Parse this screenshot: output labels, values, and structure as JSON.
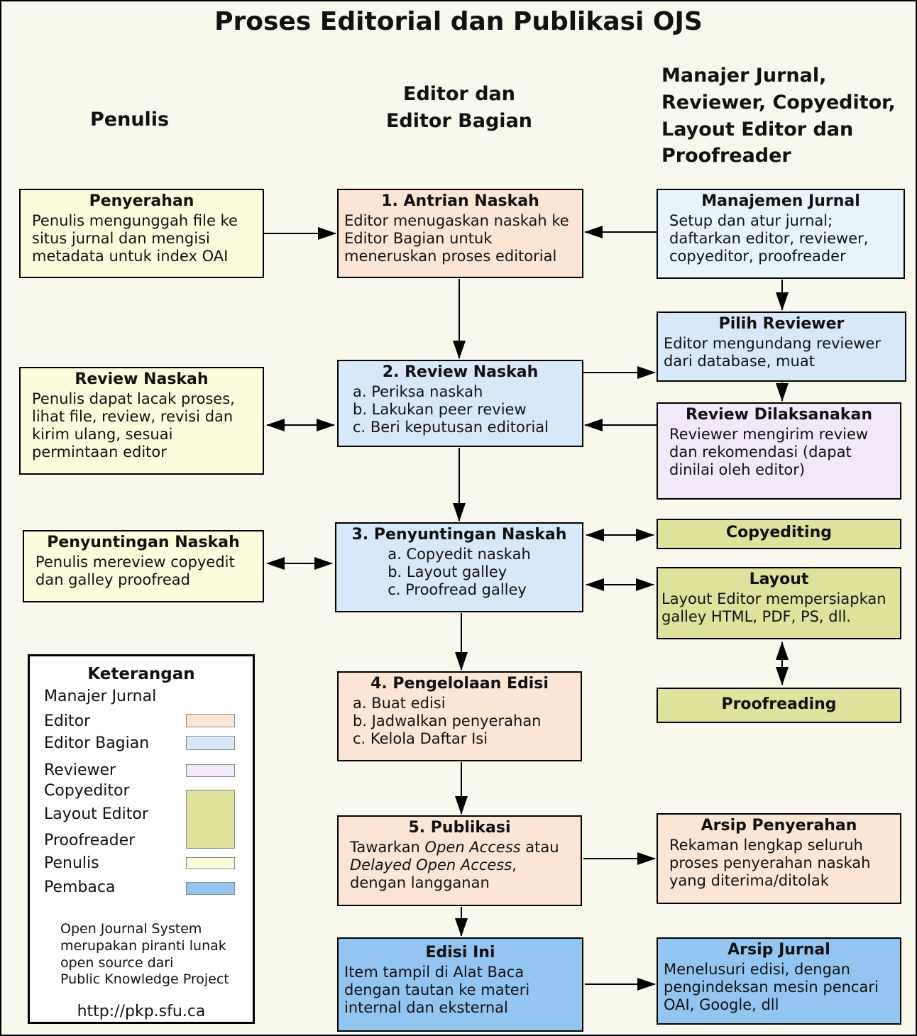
{
  "page_title": "Proses Editorial dan Publikasi OJS",
  "column_headers": {
    "penulis": "Penulis",
    "editor": "Editor dan\nEditor Bagian",
    "manajer": "Manajer Jurnal,\nReviewer, Copyeditor,\nLayout Editor dan\nProofreader"
  },
  "boxes": {
    "penyerahan": {
      "title": "Penyerahan",
      "body": "Penulis mengunggah file ke situs jurnal dan mengisi metadata untuk index OAI"
    },
    "antrian_naskah": {
      "title": "1. Antrian Naskah",
      "body": "Editor menugaskan naskah ke Editor Bagian untuk meneruskan proses editorial"
    },
    "manajemen_jurnal": {
      "title": "Manajemen Jurnal",
      "body": "Setup dan atur jurnal; daftarkan editor, reviewer, copyeditor, proofreader"
    },
    "pilih_reviewer": {
      "title": "Pilih Reviewer",
      "body": "Editor mengundang reviewer dari database, muat"
    },
    "review_dilaksanakan": {
      "title": "Review Dilaksanakan",
      "body": "Reviewer mengirim review dan rekomendasi (dapat dinilai oleh editor)"
    },
    "review_naskah_penulis": {
      "title": "Review Naskah",
      "body": "Penulis dapat lacak proses, lihat file, review, revisi dan kirim ulang, sesuai permintaan editor"
    },
    "review_naskah": {
      "title": "2. Review Naskah",
      "items": [
        "a. Periksa naskah",
        "b. Lakukan peer review",
        "c. Beri keputusan editorial"
      ]
    },
    "penyuntingan_penulis": {
      "title": "Penyuntingan Naskah",
      "body": "Penulis mereview copyedit dan galley proofread"
    },
    "penyuntingan_naskah": {
      "title": "3. Penyuntingan Naskah",
      "items": [
        "a. Copyedit naskah",
        "b. Layout galley",
        "c. Proofread galley"
      ]
    },
    "copyediting": {
      "title": "Copyediting"
    },
    "layout": {
      "title": "Layout",
      "body": "Layout Editor mempersiapkan galley HTML, PDF, PS, dll."
    },
    "proofreading": {
      "title": "Proofreading"
    },
    "pengelolaan_edisi": {
      "title": "4. Pengelolaan Edisi",
      "items": [
        "a. Buat edisi",
        "b. Jadwalkan penyerahan",
        "c. Kelola Daftar Isi"
      ]
    },
    "publikasi": {
      "title": "5. Publikasi",
      "line1_pre": "Tawarkan ",
      "line1_italic": "Open Access",
      "line1_post": " atau",
      "line2_italic": "Delayed Open Access",
      "line2_post": ",",
      "line3": "dengan langganan"
    },
    "arsip_penyerahan": {
      "title": "Arsip Penyerahan",
      "body": "Rekaman lengkap seluruh proses penyerahan naskah yang diterima/ditolak"
    },
    "edisi_ini": {
      "title": "Edisi Ini",
      "body": "Item tampil di Alat Baca dengan tautan ke materi internal dan eksternal"
    },
    "arsip_jurnal": {
      "title": "Arsip Jurnal",
      "body": "Menelusuri edisi, dengan pengindeksan mesin pencari OAI, Google, dll"
    }
  },
  "legend": {
    "title": "Keterangan",
    "items": [
      {
        "label": "Manajer Jurnal"
      },
      {
        "label": "Editor"
      },
      {
        "label": "Editor Bagian"
      },
      {
        "label": "Reviewer"
      },
      {
        "label": "Copyeditor"
      },
      {
        "label": "Layout Editor"
      },
      {
        "label": "Proofreader"
      },
      {
        "label": "Penulis"
      },
      {
        "label": "Pembaca"
      }
    ],
    "footer": "Open Journal System\nmerupakan piranti lunak\nopen source dari\nPublic Knowledge Project",
    "url": "http://pkp.sfu.ca"
  },
  "colors": {
    "background": "#f8f8ec",
    "editor": "#fbe6d6",
    "editor_bagian": "#d7e8f9",
    "manajer_jurnal": "#e7f5fa",
    "reviewer": "#f3e8fa",
    "copyeditor_layout_proofreader": "#dfe29b",
    "penulis": "#fcfcdd",
    "pembaca": "#92c5ef"
  }
}
